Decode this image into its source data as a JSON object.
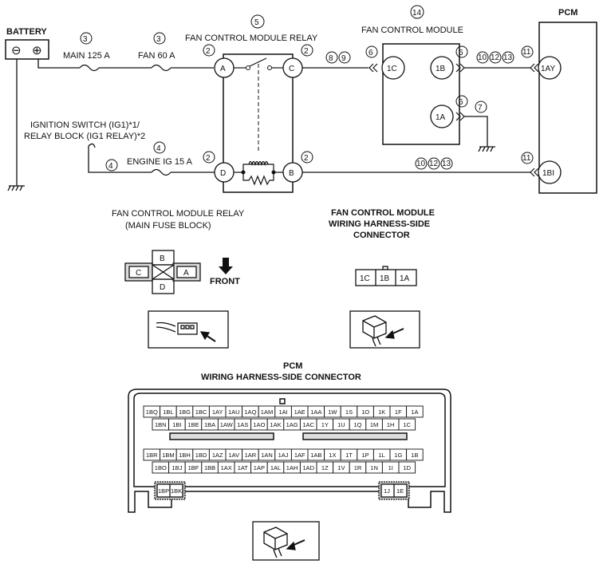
{
  "labels": {
    "battery": "BATTERY",
    "battery_neg": "⊖",
    "battery_pos": "⊕",
    "main_fuse": "MAIN 125 A",
    "fan_fuse": "FAN 60 A",
    "engine_fuse": "ENGINE IG 15 A",
    "ignition_line1": "IGNITION SWITCH (IG1)*1/",
    "ignition_line2": "RELAY BLOCK (IG1 RELAY)*2",
    "relay_title": "FAN CONTROL MODULE RELAY",
    "module_title": "FAN CONTROL MODULE",
    "pcm_title": "PCM",
    "front": "FRONT"
  },
  "callouts": {
    "main": "3",
    "fan": "3",
    "relay": "5",
    "module": "14",
    "a_pin": "2",
    "c_pin": "2",
    "d_pin": "2",
    "b_pin": "2",
    "ig_fuse": "4",
    "ig_wire": "4",
    "w8": "8",
    "w9": "9",
    "m1c": "6",
    "m1b": "6",
    "m1a": "6",
    "gnd7": "7",
    "ay10": "10",
    "ay12": "12",
    "ay13": "13",
    "ay11": "11",
    "bi10": "10",
    "bi12": "12",
    "bi13": "13",
    "bi11": "11"
  },
  "terminals": {
    "relay_a": "A",
    "relay_c": "C",
    "relay_d": "D",
    "relay_b": "B",
    "mod_1c": "1C",
    "mod_1b": "1B",
    "mod_1a": "1A",
    "pcm_1ay": "1AY",
    "pcm_1bi": "1BI"
  },
  "relay_connector": {
    "title1": "FAN CONTROL MODULE RELAY",
    "title2": "(MAIN FUSE BLOCK)",
    "pins": [
      "B",
      "C",
      "A",
      "D"
    ]
  },
  "module_connector": {
    "title1": "FAN CONTROL MODULE",
    "title2": "WIRING HARNESS-SIDE",
    "title3": "CONNECTOR",
    "pins": [
      "1C",
      "1B",
      "1A"
    ]
  },
  "pcm_connector": {
    "title1": "PCM",
    "title2": "WIRING HARNESS-SIDE CONNECTOR",
    "row1": [
      "1BQ",
      "1BL",
      "1BG",
      "1BC",
      "1AY",
      "1AU",
      "1AQ",
      "1AM",
      "1AI",
      "1AE",
      "1AA",
      "1W",
      "1S",
      "1O",
      "1K",
      "1F",
      "1A"
    ],
    "row2": [
      "1BN",
      "1BI",
      "1BE",
      "1BA",
      "1AW",
      "1AS",
      "1AO",
      "1AK",
      "1AG",
      "1AC",
      "1Y",
      "1U",
      "1Q",
      "1M",
      "1H",
      "1C"
    ],
    "row3": [
      "1BR",
      "1BM",
      "1BH",
      "1BD",
      "1AZ",
      "1AV",
      "1AR",
      "1AN",
      "1AJ",
      "1AF",
      "1AB",
      "1X",
      "1T",
      "1P",
      "1L",
      "1G",
      "1B"
    ],
    "row4": [
      "1BO",
      "1BJ",
      "1BF",
      "1BB",
      "1AX",
      "1AT",
      "1AP",
      "1AL",
      "1AH",
      "1AD",
      "1Z",
      "1V",
      "1R",
      "1N",
      "1I",
      "1D"
    ],
    "left_pins": [
      "1BP",
      "1BK"
    ],
    "right_pins": [
      "1J",
      "1E"
    ]
  }
}
